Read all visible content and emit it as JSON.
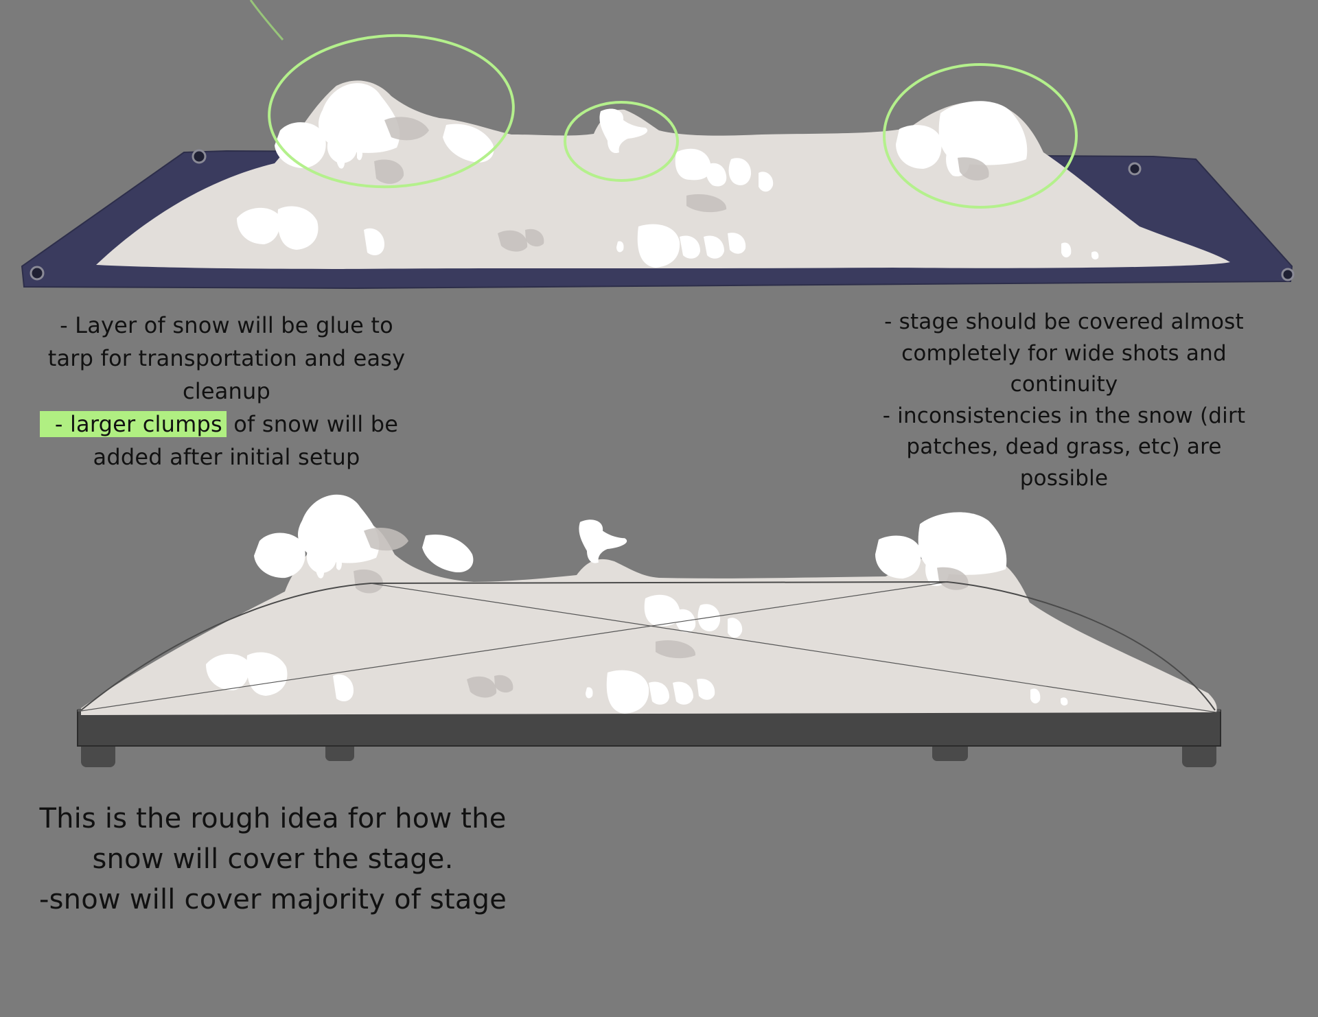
{
  "notes": {
    "left": {
      "line1": "- Layer of snow will be glue to",
      "line2": "tarp for transportation and easy",
      "line3": "cleanup",
      "line4_highlight": "- larger clumps",
      "line4_rest": " of snow will be",
      "line5": "added after initial setup"
    },
    "right": {
      "line1": "- stage should be covered almost",
      "line2": "completely for wide shots and",
      "line3": "continuity",
      "line4": "- inconsistencies in the snow (dirt",
      "line5": "patches, dead grass, etc) are",
      "line6": "possible"
    },
    "bottom": {
      "line1": "This is the rough idea for how the",
      "line2": "snow will cover the stage.",
      "line3": "-snow will cover majority of stage"
    }
  },
  "colors": {
    "background": "#7b7b7b",
    "tarp": "#3a3b5e",
    "snow": "#e2deda",
    "snow_clump": "#ffffff",
    "snow_shadow": "#c4c0bc",
    "callout_circle": "#b4f08c",
    "highlight": "#b0ef82",
    "stage_platform": "#464646",
    "text": "#111111"
  }
}
